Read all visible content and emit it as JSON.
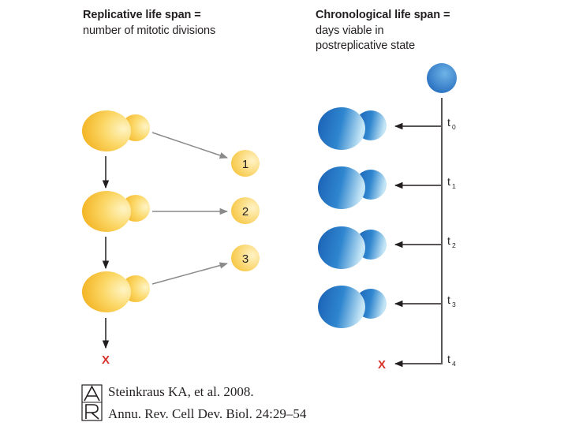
{
  "replicative": {
    "title": "Replicative life span =",
    "subtitle": "number of mitotic divisions",
    "daughters": [
      "1",
      "2",
      "3"
    ],
    "end_mark": "X"
  },
  "chronological": {
    "title": "Chronological life span =",
    "subtitle_line1": "days viable in",
    "subtitle_line2": "postreplicative state",
    "time_points": [
      {
        "base": "t",
        "sub": "0"
      },
      {
        "base": "t",
        "sub": "1"
      },
      {
        "base": "t",
        "sub": "2"
      },
      {
        "base": "t",
        "sub": "3"
      },
      {
        "base": "t",
        "sub": "4"
      }
    ],
    "end_mark": "X"
  },
  "citation": {
    "line1": "Steinkraus KA, et al. 2008.",
    "line2": "Annu. Rev. Cell Dev. Biol. 24:29–54"
  },
  "colors": {
    "yeast_yellow": "#f5b823",
    "yeast_yellow_light": "#fde9a0",
    "yeast_blue": "#1f6fc0",
    "yeast_blue_light": "#b8ddf2",
    "arrow_gray": "#8a8a8a",
    "line_black": "#231f20",
    "x_red": "#d9332b"
  }
}
